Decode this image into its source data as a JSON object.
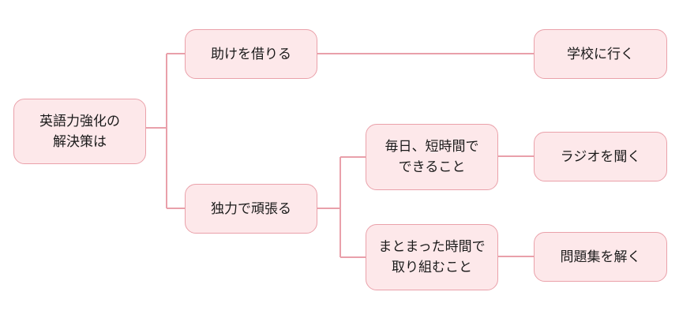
{
  "diagram": {
    "type": "tree",
    "line_color": "#e9a0aa",
    "node_fill": "#fde8ea",
    "node_border": "#eaa1aa",
    "root": {
      "label": "英語力強化の\n解決策は"
    },
    "nodes": {
      "help": {
        "label": "助けを借りる"
      },
      "school": {
        "label": "学校に行く"
      },
      "self": {
        "label": "独力で頑張る"
      },
      "daily": {
        "label": "毎日、短時間で\nできること"
      },
      "block": {
        "label": "まとまった時間で\n取り組むこと"
      },
      "radio": {
        "label": "ラジオを聞く"
      },
      "book": {
        "label": "問題集を解く"
      }
    },
    "edges": [
      [
        "root",
        "help"
      ],
      [
        "root",
        "self"
      ],
      [
        "help",
        "school"
      ],
      [
        "self",
        "daily"
      ],
      [
        "self",
        "block"
      ],
      [
        "daily",
        "radio"
      ],
      [
        "block",
        "book"
      ]
    ]
  }
}
